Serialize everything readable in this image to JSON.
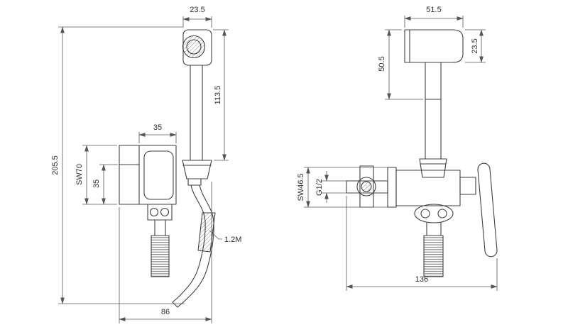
{
  "drawing": {
    "subject": "bidet hand shower set technical drawing, two orthographic views",
    "line_color": "#3f3f3f",
    "dim_color": "#565656",
    "background": "#ffffff"
  },
  "front_view": {
    "dims": {
      "head_width": "23.5",
      "sprayer_length": "113.5",
      "overall_height": "205.5",
      "body_width": "35",
      "body_sw": "SW70",
      "body_height": "35",
      "hose_length": "1.2M",
      "base_width": "86"
    }
  },
  "side_view": {
    "dims": {
      "head_depth": "51.5",
      "head_height": "23.5",
      "head_drop": "50.5",
      "valve_sw": "SW46.5",
      "inlet_thread": "G1/2",
      "overall_depth": "136"
    }
  }
}
